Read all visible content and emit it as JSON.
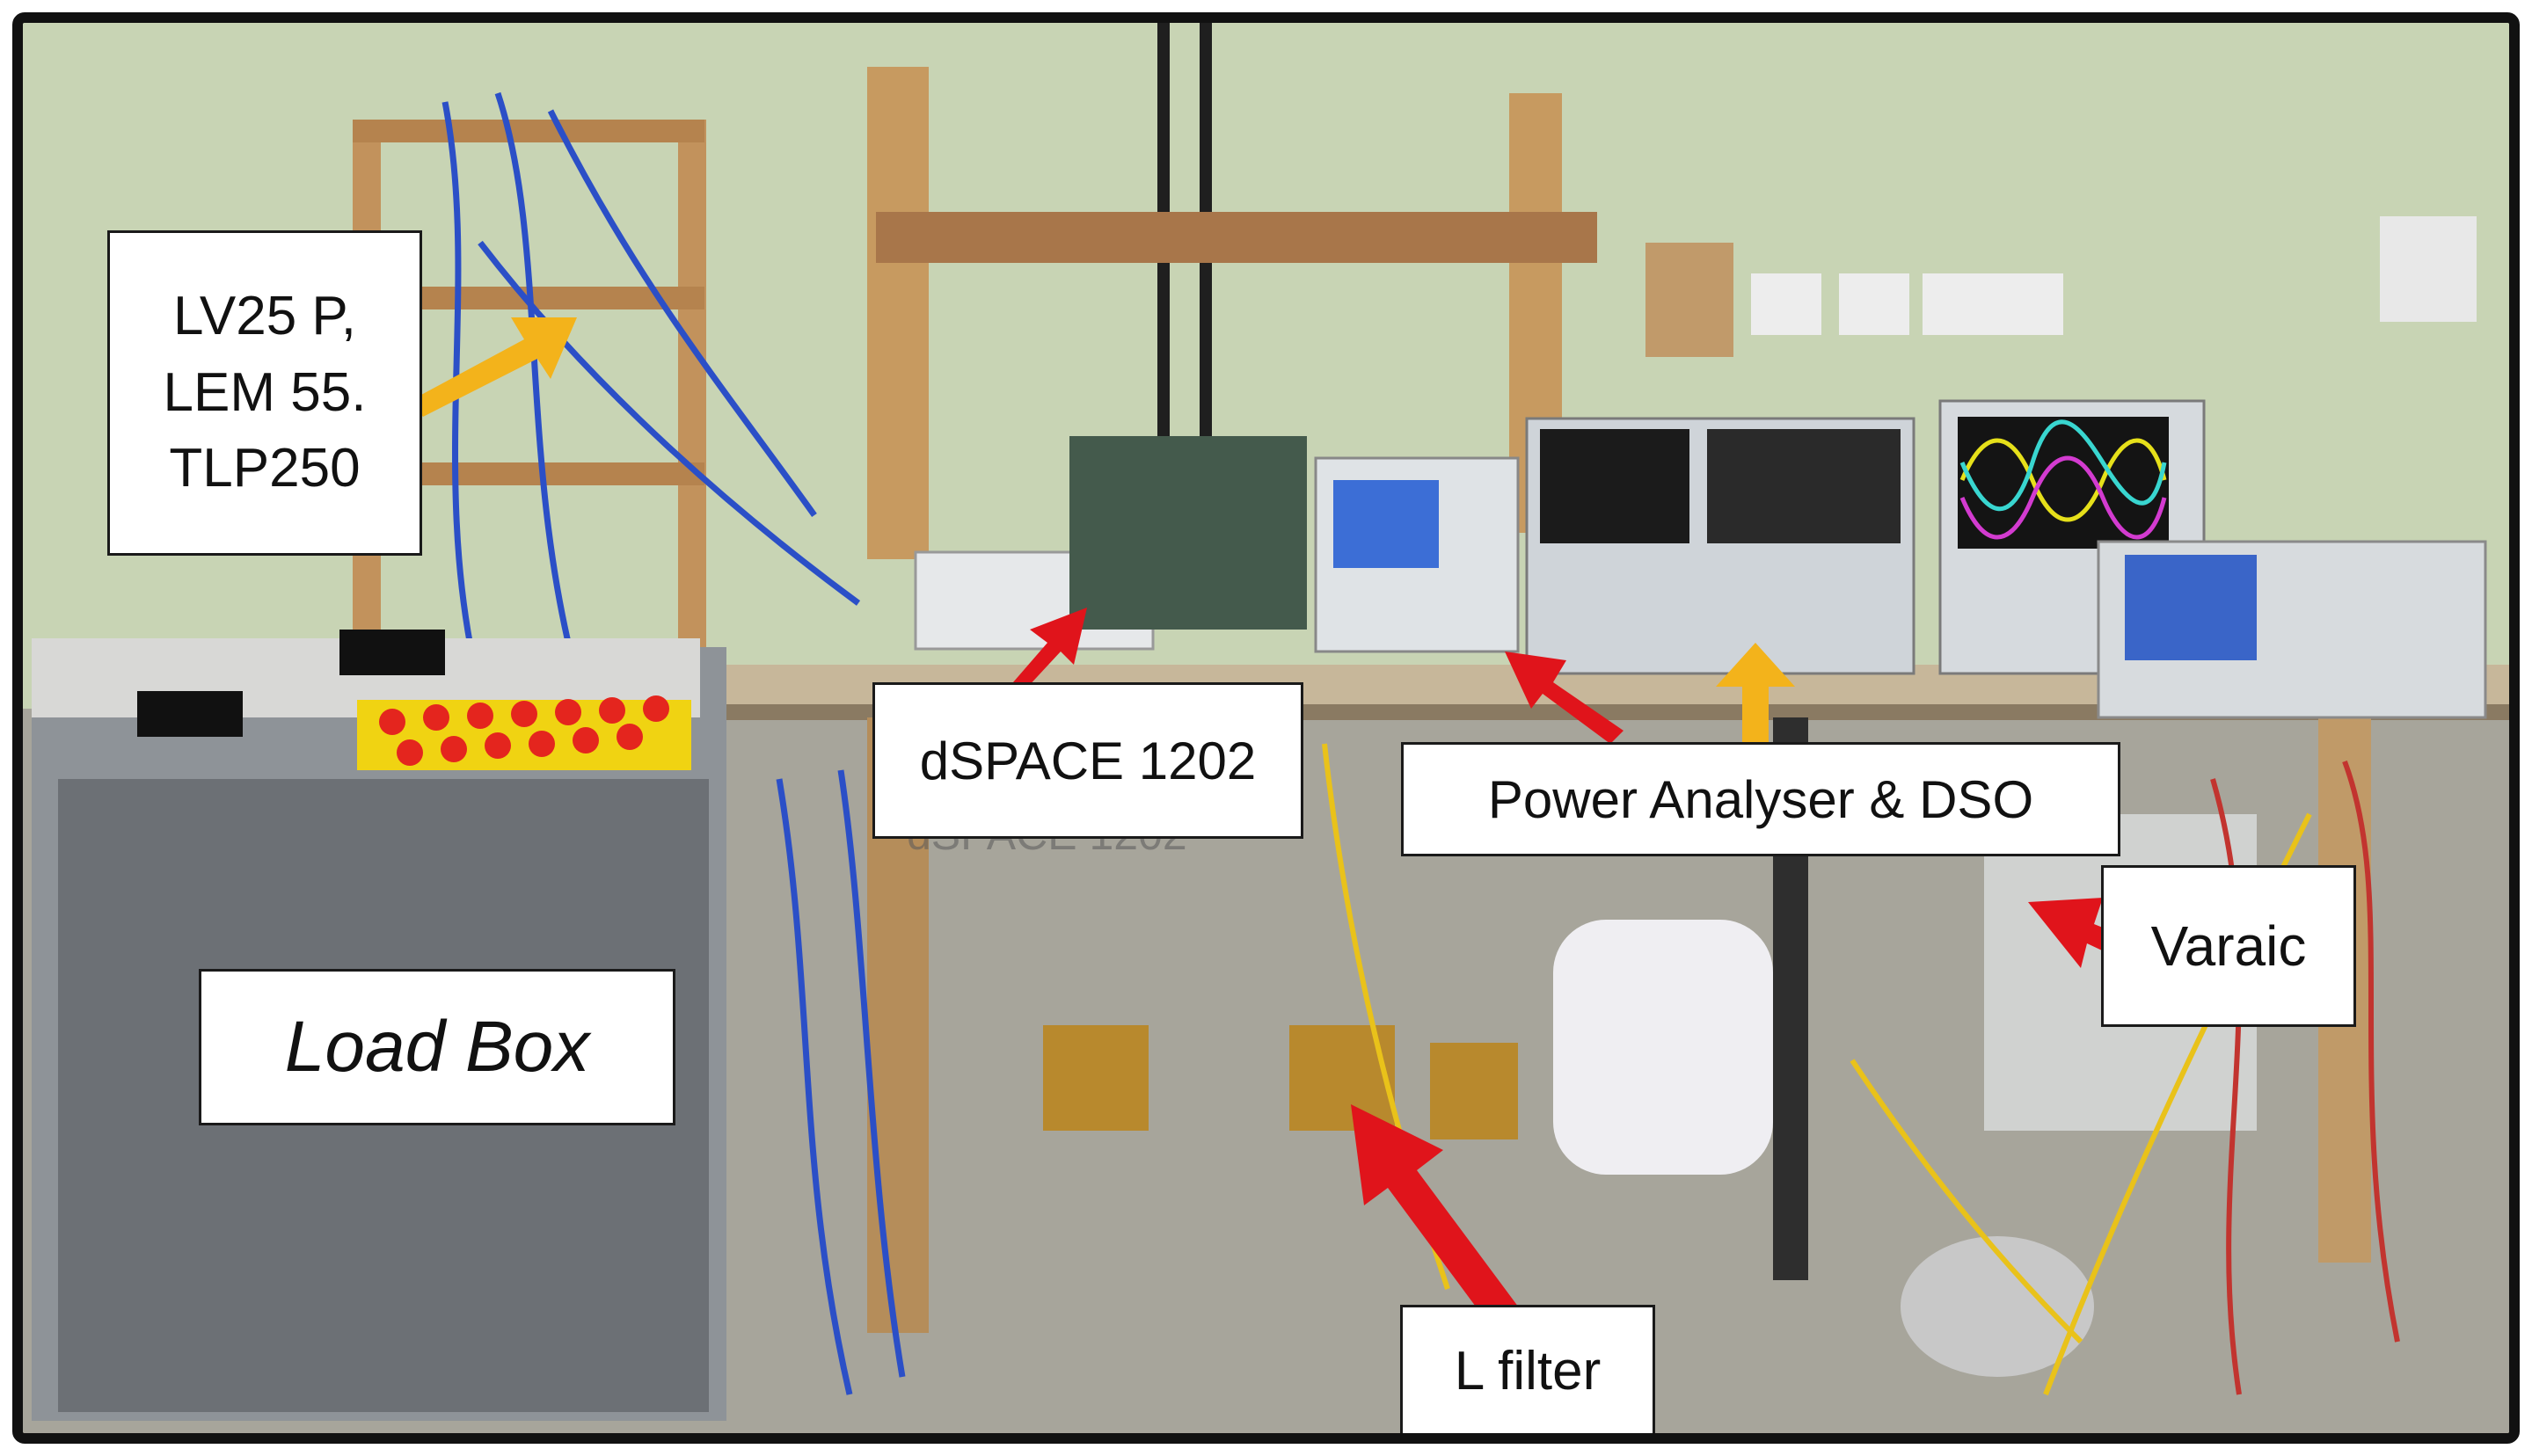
{
  "labels": {
    "sensors": [
      "LV25 P,",
      "LEM 55.",
      "TLP250"
    ],
    "dspace": "dSPACE 1202",
    "load_box": "Load Box",
    "analyser": "Power Analyser & DSO",
    "varaic": "Varaic",
    "l_filter": "L filter"
  },
  "background_text": "dSPACE 1202",
  "colors": {
    "arrow_red": "#e0141b",
    "arrow_yellow": "#f3b31b",
    "label_bg": "#ffffff",
    "label_border": "#1a1a1a"
  }
}
